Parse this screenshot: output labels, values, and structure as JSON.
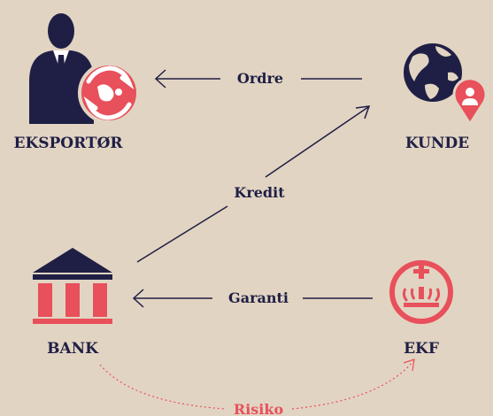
{
  "colors": {
    "background": "#e2d4c2",
    "navy": "#1f1f45",
    "red": "#e8505b",
    "white": "#ffffff"
  },
  "nodes": {
    "exporter": {
      "label": "EKSPORTØR",
      "icon": "businessman-with-globe-icon"
    },
    "customer": {
      "label": "KUNDE",
      "icon": "globe-with-location-pin-icon"
    },
    "bank": {
      "label": "BANK",
      "icon": "bank-building-icon"
    },
    "ekf": {
      "label": "EKF",
      "icon": "crown-emblem-icon"
    }
  },
  "edges": {
    "order": {
      "label": "Ordre",
      "from": "customer",
      "to": "exporter"
    },
    "credit": {
      "label": "Kredit",
      "from": "bank",
      "to": "customer"
    },
    "guarantee": {
      "label": "Garanti",
      "from": "ekf",
      "to": "bank"
    },
    "risk": {
      "label": "Risiko",
      "from": "bank",
      "to": "ekf",
      "style": "dotted"
    }
  }
}
